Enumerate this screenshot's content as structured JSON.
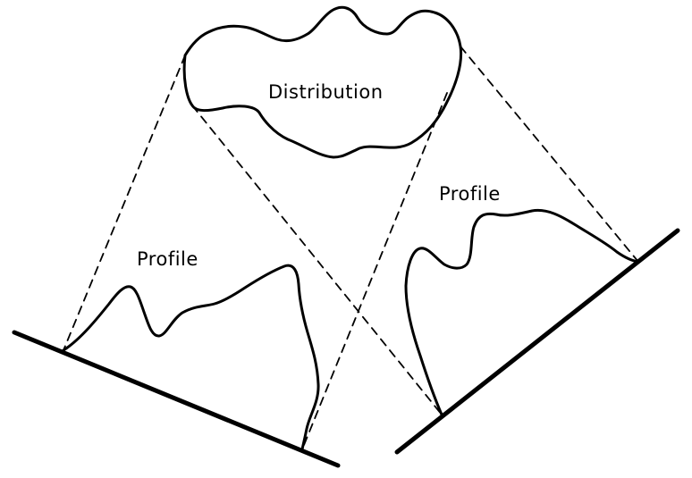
{
  "labels": {
    "distribution": "Distribution",
    "profile_left": "Profile",
    "profile_right": "Profile"
  },
  "colors": {
    "ink": "#000000",
    "background": "#ffffff"
  }
}
